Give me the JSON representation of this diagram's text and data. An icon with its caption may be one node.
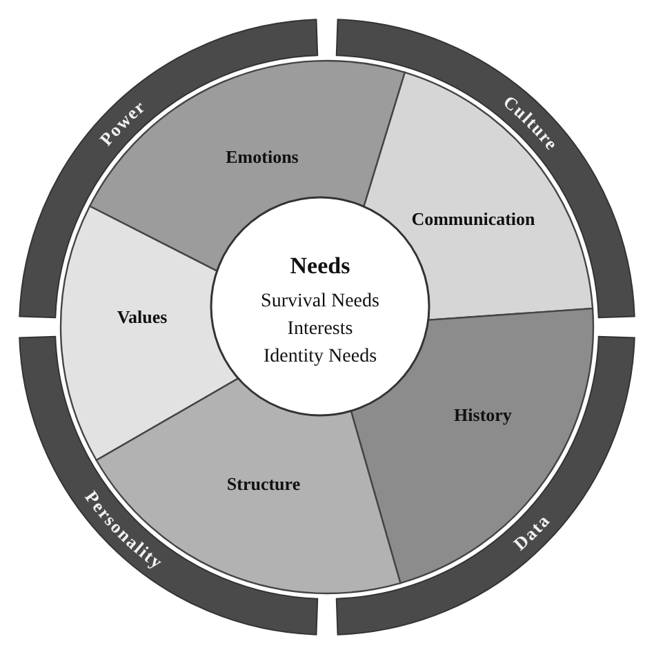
{
  "diagram": {
    "nodes": [
      {
        "text": [
          "Power"
        ]
      },
      {
        "text": [
          "Culture"
        ]
      },
      {
        "text": [
          "Emotions"
        ]
      },
      {
        "text": [
          "Communication"
        ]
      },
      {
        "text": [
          "Values"
        ]
      },
      {
        "text": [
          "Needs",
          "Survival Needs",
          "Interests",
          "Identity Needs"
        ]
      },
      {
        "text": [
          "History"
        ]
      },
      {
        "text": [
          "Structure"
        ]
      },
      {
        "text": [
          "Personality"
        ]
      },
      {
        "text": [
          "Data"
        ]
      }
    ]
  }
}
